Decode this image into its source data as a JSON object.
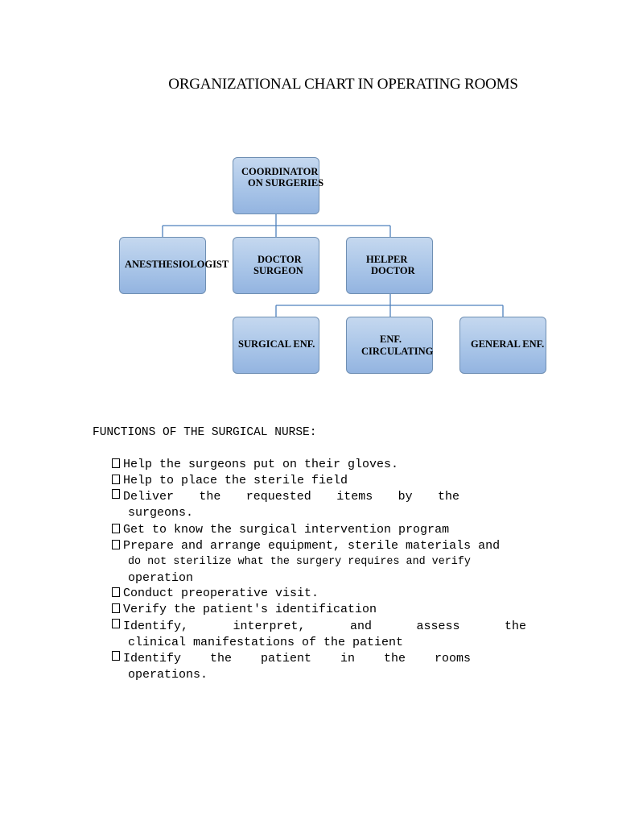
{
  "title": "ORGANIZATIONAL CHART IN OPERATING ROOMS",
  "chart": {
    "coordinator": [
      "COORDINATOR",
      "ON SURGERIES"
    ],
    "anesthesiologist": "ANESTHESIOLOGIST",
    "doctor_surgeon": [
      "DOCTOR",
      "SURGEON"
    ],
    "helper_doctor": [
      "HELPER",
      "DOCTOR"
    ],
    "surgical_enf": "SURGICAL ENF.",
    "enf_circulating": [
      "ENF.",
      "CIRCULATING"
    ],
    "general_enf": "GENERAL ENF."
  },
  "functions": {
    "heading": "FUNCTIONS OF THE SURGICAL NURSE:",
    "items": [
      [
        "Help the surgeons put on their gloves."
      ],
      [
        "Help to place the sterile field"
      ],
      [
        "Deliver the requested items by the",
        "surgeons."
      ],
      [
        "Get to know the surgical intervention program"
      ],
      [
        "Prepare and arrange equipment, sterile materials and",
        "do not sterilize what the surgery requires and verify",
        "operation"
      ],
      [
        "Conduct preoperative visit."
      ],
      [
        "Verify the patient's identification"
      ],
      [
        "Identify, interpret, and assess the",
        "clinical manifestations of the patient"
      ],
      [
        "Identify the patient in the rooms",
        "operations."
      ]
    ]
  }
}
